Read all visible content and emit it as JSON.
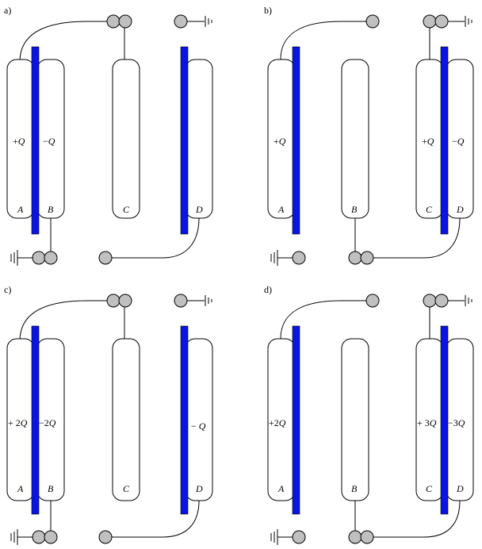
{
  "panels": [
    {
      "label": "a)",
      "plates": [
        "A",
        "B",
        "C",
        "D"
      ],
      "charges": {
        "A": "+Q",
        "B": "−Q"
      }
    },
    {
      "label": "b)",
      "plates": [
        "A",
        "B",
        "C",
        "D"
      ],
      "charges": {
        "A": "+Q",
        "C": "+Q",
        "D": "−Q"
      }
    },
    {
      "label": "c)",
      "plates": [
        "A",
        "B",
        "C",
        "D"
      ],
      "charges": {
        "A": "+ 2Q",
        "B": "−2Q",
        "D": "− Q"
      }
    },
    {
      "label": "d)",
      "plates": [
        "A",
        "B",
        "C",
        "D"
      ],
      "charges": {
        "A": "+2Q",
        "C": "+ 3Q",
        "D": "−3Q"
      }
    }
  ],
  "colors": {
    "dielectric": "#0a14e6",
    "terminal": "#c0c0c0"
  }
}
